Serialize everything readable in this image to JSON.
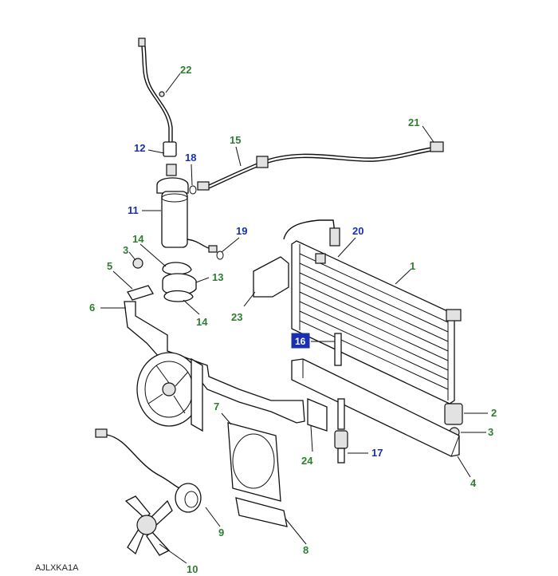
{
  "callouts": [
    {
      "id": "c1",
      "text": "1",
      "color": "green"
    },
    {
      "id": "c2",
      "text": "2",
      "color": "green"
    },
    {
      "id": "c3a",
      "text": "3",
      "color": "green"
    },
    {
      "id": "c3b",
      "text": "3",
      "color": "green"
    },
    {
      "id": "c4",
      "text": "4",
      "color": "green"
    },
    {
      "id": "c5",
      "text": "5",
      "color": "green"
    },
    {
      "id": "c6",
      "text": "6",
      "color": "green"
    },
    {
      "id": "c7",
      "text": "7",
      "color": "green"
    },
    {
      "id": "c8",
      "text": "8",
      "color": "green"
    },
    {
      "id": "c9",
      "text": "9",
      "color": "green"
    },
    {
      "id": "c10",
      "text": "10",
      "color": "green"
    },
    {
      "id": "c11",
      "text": "11",
      "color": "blue"
    },
    {
      "id": "c12",
      "text": "12",
      "color": "blue"
    },
    {
      "id": "c13",
      "text": "13",
      "color": "green"
    },
    {
      "id": "c14a",
      "text": "14",
      "color": "green"
    },
    {
      "id": "c14b",
      "text": "14",
      "color": "green"
    },
    {
      "id": "c15",
      "text": "15",
      "color": "green"
    },
    {
      "id": "c16",
      "text": "16",
      "color": "blue"
    },
    {
      "id": "c17",
      "text": "17",
      "color": "blue"
    },
    {
      "id": "c18",
      "text": "18",
      "color": "blue"
    },
    {
      "id": "c19",
      "text": "19",
      "color": "blue"
    },
    {
      "id": "c20",
      "text": "20",
      "color": "blue"
    },
    {
      "id": "c21",
      "text": "21",
      "color": "green"
    },
    {
      "id": "c22",
      "text": "22",
      "color": "green"
    },
    {
      "id": "c23",
      "text": "23",
      "color": "green"
    },
    {
      "id": "c24",
      "text": "24",
      "color": "green"
    }
  ],
  "reference_code": "AJLXKA1A",
  "colors": {
    "callout_green": "#2e7d32",
    "callout_blue": "#1a2fb0",
    "highlight_box": "#1a2fb0",
    "line": "#111111",
    "background": "#ffffff"
  }
}
